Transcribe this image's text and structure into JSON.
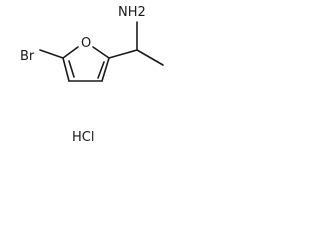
{
  "molecule": {
    "atoms": {
      "bromine": "Br",
      "oxygen": "O",
      "amine": "NH2"
    },
    "salt": "HCl"
  }
}
